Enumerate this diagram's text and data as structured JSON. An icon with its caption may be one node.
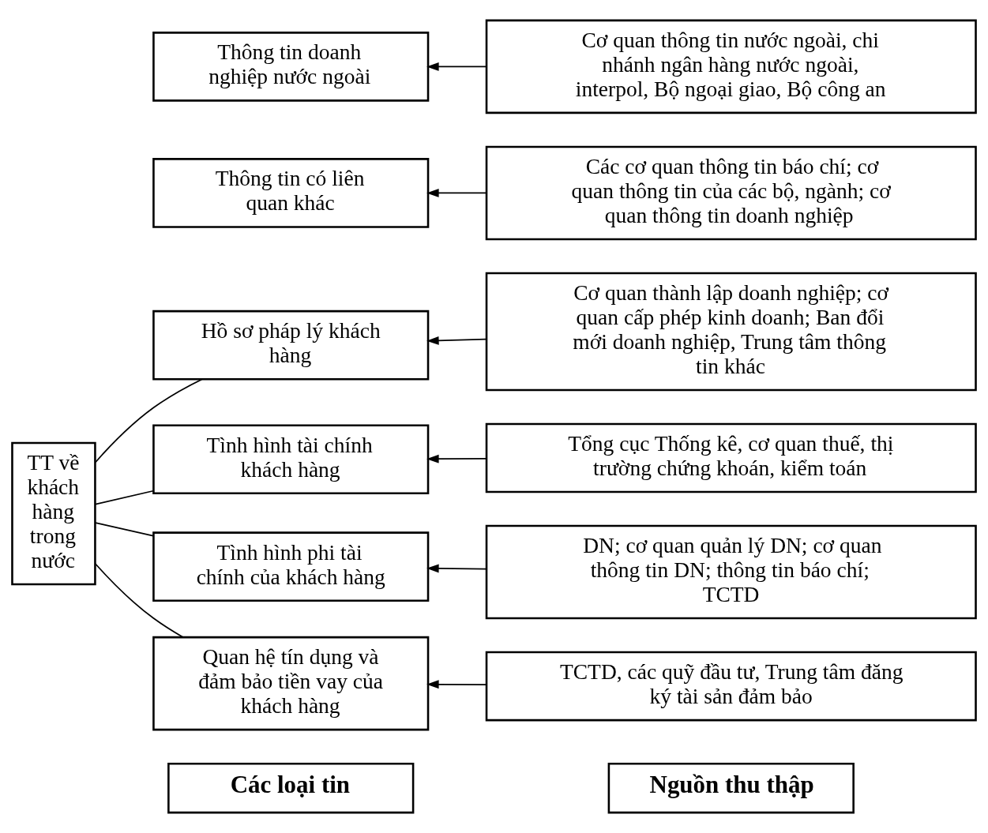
{
  "diagram": {
    "nodes": [
      {
        "text": [
          "Các loại tin"
        ]
      },
      {
        "text": [
          "Nguồn thu thập"
        ]
      },
      {
        "text": [
          "TT về khách hàng trong nước"
        ]
      },
      {
        "text": [
          "Hồ sơ pháp lý khách hàng"
        ]
      },
      {
        "text": [
          "Cơ quan thành lập doanh nghiệp; cơ quan cấp phép kinh doanh; Ban đổi mới doanh nghiệp, Trung tâm thông tin khác"
        ]
      },
      {
        "text": [
          "Tình hình tài chính khách hàng"
        ]
      },
      {
        "text": [
          "Tổng cục Thống kê, cơ quan thuế, thị trường chứng khoán, kiểm toán"
        ]
      },
      {
        "text": [
          "Tình hình phi tài chính của khách hàng"
        ]
      },
      {
        "text": [
          "DN; cơ quan quản lý DN; cơ quan thông tin DN; thông tin báo chí; TCTD"
        ]
      },
      {
        "text": [
          "Quan hệ tín dụng và đảm bảo tiền vay của khách hàng"
        ]
      },
      {
        "text": [
          "TCTD, các quỹ đầu tư, Trung tâm đăng ký tài sản đảm bảo"
        ]
      },
      {
        "text": [
          "Thông tin có liên quan khác"
        ]
      },
      {
        "text": [
          "Các cơ quan thông tin báo chí; cơ quan thông tin của các bộ, ngành; cơ quan thông tin doanh nghiệp"
        ]
      },
      {
        "text": [
          "Thông tin doanh nghiệp nước ngoài"
        ]
      },
      {
        "text": [
          "Cơ quan thông tin nước ngoài, chi nhánh ngân hàng nước ngoài, interpol, Bộ ngoại giao, Bộ công an"
        ]
      }
    ],
    "edges": [
      {
        "from": 3,
        "to": 2,
        "arrow": "none"
      },
      {
        "from": 5,
        "to": 2,
        "arrow": "none"
      },
      {
        "from": 7,
        "to": 2,
        "arrow": "none"
      },
      {
        "from": 9,
        "to": 2,
        "arrow": "none"
      },
      {
        "from": 4,
        "to": 3,
        "arrow": "to"
      },
      {
        "from": 6,
        "to": 5,
        "arrow": "to"
      },
      {
        "from": 8,
        "to": 7,
        "arrow": "to"
      },
      {
        "from": 10,
        "to": 9,
        "arrow": "to"
      },
      {
        "from": 12,
        "to": 11,
        "arrow": "to"
      },
      {
        "from": 14,
        "to": 13,
        "arrow": "to"
      }
    ]
  }
}
